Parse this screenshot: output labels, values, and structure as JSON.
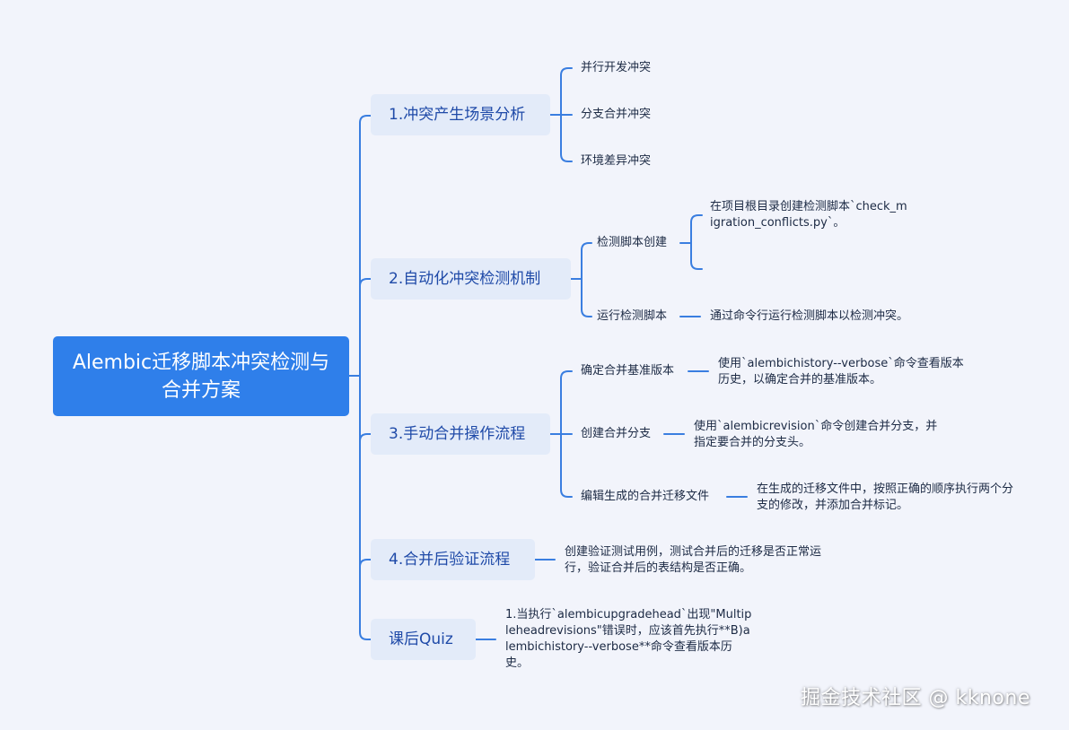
{
  "root": {
    "title": "Alembic迁移脚本冲突检测与合并方案"
  },
  "branches": [
    {
      "label": "1.冲突产生场景分析",
      "children": [
        {
          "label": "并行开发冲突"
        },
        {
          "label": "分支合并冲突"
        },
        {
          "label": "环境差异冲突"
        }
      ]
    },
    {
      "label": "2.自动化冲突检测机制",
      "children": [
        {
          "label": "检测脚本创建",
          "note": "在项目根目录创建检测脚本`check_migration_conflicts.py`。"
        },
        {
          "label": "运行检测脚本",
          "note": "通过命令行运行检测脚本以检测冲突。"
        }
      ]
    },
    {
      "label": "3.手动合并操作流程",
      "children": [
        {
          "label": "确定合并基准版本",
          "note": "使用`alembichistory--verbose`命令查看版本历史，以确定合并的基准版本。"
        },
        {
          "label": "创建合并分支",
          "note": "使用`alembicrevision`命令创建合并分支，并指定要合并的分支头。"
        },
        {
          "label": "编辑生成的合并迁移文件",
          "note": "在生成的迁移文件中，按照正确的顺序执行两个分支的修改，并添加合并标记。"
        }
      ]
    },
    {
      "label": "4.合并后验证流程",
      "note": "创建验证测试用例，测试合并后的迁移是否正常运行，验证合并后的表结构是否正确。"
    },
    {
      "label": "课后Quiz",
      "note": "1.当执行`alembicupgradehead`出现\"Multipleheadrevisions\"错误时，应该首先执行**B)alembichistory--verbose**命令查看版本历史。"
    }
  ],
  "watermark": "掘金技术社区 @ kknone",
  "colors": {
    "background": "#f2f4fb",
    "root_fill": "#2f7fea",
    "branch_fill": "#e3ebf9",
    "branch_text": "#1f4aa8",
    "connector": "#3a7ee0"
  }
}
